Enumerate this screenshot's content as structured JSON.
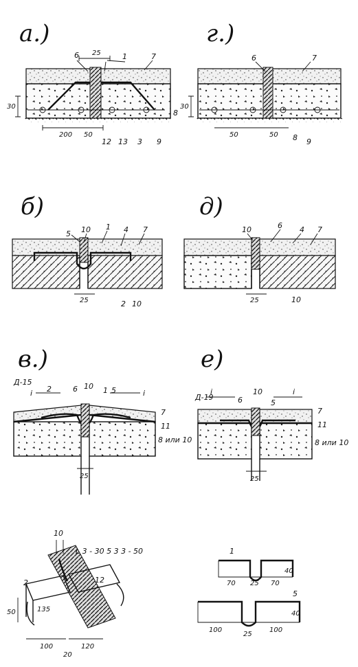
{
  "panels": {
    "a": {
      "label": "а.)",
      "callouts": [
        "6",
        "25",
        "1",
        "7",
        "8",
        "12",
        "13",
        "3",
        "9"
      ],
      "dims": [
        "30",
        "200",
        "50"
      ]
    },
    "g": {
      "label": "г.)",
      "callouts": [
        "6",
        "7",
        "8",
        "9"
      ],
      "dims": [
        "30",
        "50",
        "50"
      ]
    },
    "b": {
      "label": "б)",
      "callouts": [
        "5",
        "10",
        "1",
        "4",
        "7",
        "2",
        "10"
      ],
      "dims": [
        "25"
      ]
    },
    "d": {
      "label": "д)",
      "callouts": [
        "10",
        "6",
        "4",
        "7",
        "10"
      ],
      "dims": [
        "25"
      ]
    },
    "v": {
      "label": "в.)",
      "code": "Д-15",
      "callouts": [
        "i",
        "2",
        "6",
        "10",
        "1",
        "5",
        "i",
        "7",
        "11",
        "8 или 10"
      ],
      "dims": [
        "25"
      ]
    },
    "e": {
      "label": "е)",
      "code": "Д-19",
      "callouts": [
        "i",
        "6",
        "10",
        "5",
        "i",
        "7",
        "11",
        "8 или 10"
      ],
      "dims": [
        "25"
      ]
    },
    "detail_left": {
      "callouts": [
        "10",
        "L 3 - 30 5 3 3 - 50",
        "12",
        "2"
      ],
      "dims": [
        "50",
        "135",
        "100",
        "20",
        "120"
      ]
    },
    "detail_right": {
      "callouts": [
        "1",
        "5"
      ],
      "dims_top": [
        "70",
        "25",
        "70",
        "40"
      ],
      "dims_bottom": [
        "100",
        "25",
        "100",
        "40"
      ]
    }
  }
}
